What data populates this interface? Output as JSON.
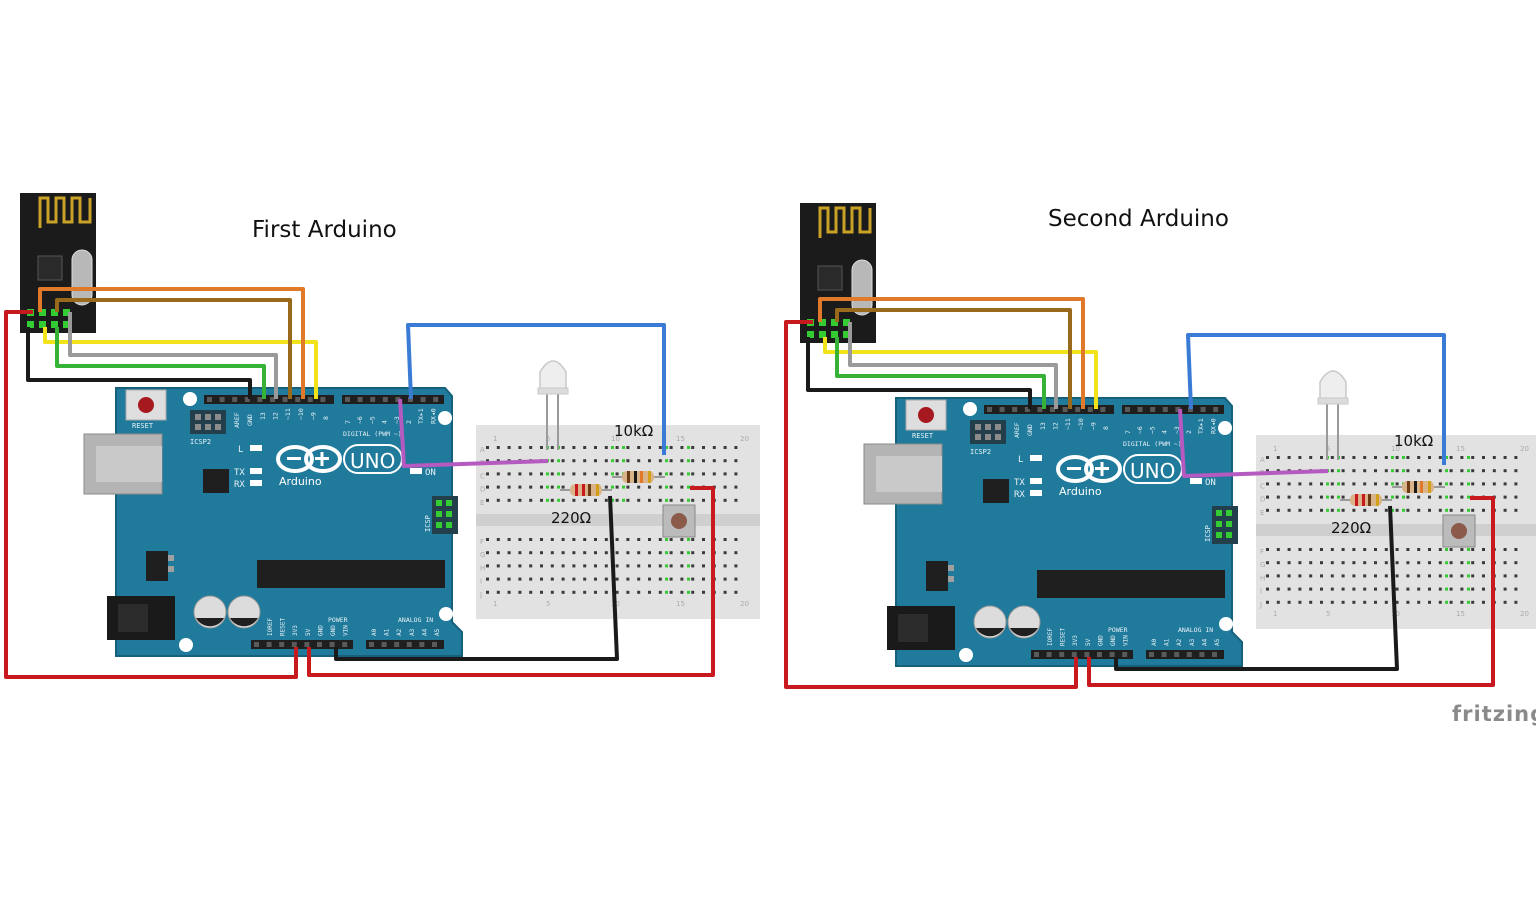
{
  "titles": [
    "First Arduino",
    "Second Arduino"
  ],
  "setups": [
    {
      "title": "First Arduino",
      "resistor_10k": "10kΩ",
      "resistor_220": "220Ω",
      "board": {
        "logo": "UNO",
        "brand": "Arduino",
        "reset": "RESET",
        "icsp2": "ICSP2",
        "icsp": "ICSP",
        "led_l": "L",
        "led_tx": "TX",
        "led_rx": "RX",
        "led_on": "ON",
        "digital": "DIGITAL (PWM ~)",
        "power": "POWER",
        "analog": "ANALOG IN",
        "aref": "AREF",
        "gnd": "GND",
        "top_pins": [
          "13",
          "12",
          "~11",
          "~10",
          "~9",
          "8"
        ],
        "top_pins2": [
          "7",
          "~6",
          "~5",
          "4",
          "~3",
          "2",
          "TX▸1",
          "RX◂0"
        ],
        "power_pins": [
          "IOREF",
          "RESET",
          "3V3",
          "5V",
          "GND",
          "GND",
          "VIN"
        ],
        "analog_pins": [
          "A0",
          "A1",
          "A2",
          "A3",
          "A4",
          "A5"
        ]
      },
      "breadboard": {
        "col_numbers": [
          "1",
          "5",
          "10",
          "15",
          "20"
        ],
        "rows_top": [
          "A",
          "B",
          "C",
          "D",
          "E"
        ],
        "rows_bottom": [
          "F",
          "G",
          "H",
          "I",
          "J"
        ]
      }
    },
    {
      "title": "Second Arduino",
      "resistor_10k": "10kΩ",
      "resistor_220": "220Ω",
      "board": {
        "logo": "UNO",
        "brand": "Arduino",
        "reset": "RESET",
        "icsp2": "ICSP2",
        "icsp": "ICSP",
        "led_l": "L",
        "led_tx": "TX",
        "led_rx": "RX",
        "led_on": "ON",
        "digital": "DIGITAL (PWM ~)",
        "power": "POWER",
        "analog": "ANALOG IN",
        "aref": "AREF",
        "gnd": "GND",
        "top_pins": [
          "13",
          "12",
          "~11",
          "~10",
          "~9",
          "8"
        ],
        "top_pins2": [
          "7",
          "~6",
          "~5",
          "4",
          "~3",
          "2",
          "TX▸1",
          "RX◂0"
        ],
        "power_pins": [
          "IOREF",
          "RESET",
          "3V3",
          "5V",
          "GND",
          "GND",
          "VIN"
        ],
        "analog_pins": [
          "A0",
          "A1",
          "A2",
          "A3",
          "A4",
          "A5"
        ]
      },
      "breadboard": {
        "col_numbers": [
          "1",
          "5",
          "10",
          "15",
          "20"
        ],
        "rows_top": [
          "A",
          "B",
          "C",
          "D",
          "E"
        ],
        "rows_bottom": [
          "F",
          "G",
          "H",
          "I",
          "J"
        ]
      }
    }
  ],
  "watermark": "fritzing",
  "colors": {
    "board": "#1f7a9b",
    "board_edge": "#17607b",
    "breadboard": "#e2e2e2",
    "wire_red": "#c8191e",
    "wire_black": "#1a1a1a",
    "wire_blue": "#3a7bd5",
    "wire_orange": "#e07a2a",
    "wire_brown": "#9a6a1c",
    "wire_yellow": "#f2e21a",
    "wire_gray": "#9a9a9a",
    "wire_green": "#36b336",
    "wire_purple": "#b45ac0",
    "radio": "#1b1b1b",
    "antenna": "#c9a227"
  }
}
